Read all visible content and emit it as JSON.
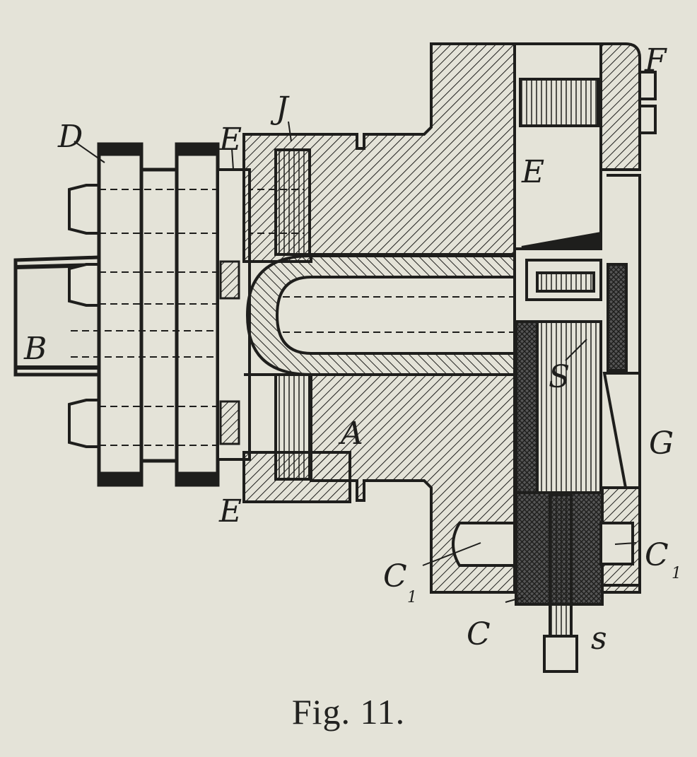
{
  "figure": {
    "caption": "Fig. 11.",
    "labels": {
      "A": "A",
      "B": "B",
      "C": "C",
      "C1_left": "C",
      "C1_left_sub": "1",
      "C1_right": "C",
      "C1_right_sub": "1",
      "D": "D",
      "E_top": "E",
      "E_bottom": "E",
      "E_right": "E",
      "F": "F",
      "G": "G",
      "J": "J",
      "S": "S",
      "s": "s"
    }
  },
  "colors": {
    "paper": "#e4e3d8",
    "ink": "#1e1e1c"
  }
}
